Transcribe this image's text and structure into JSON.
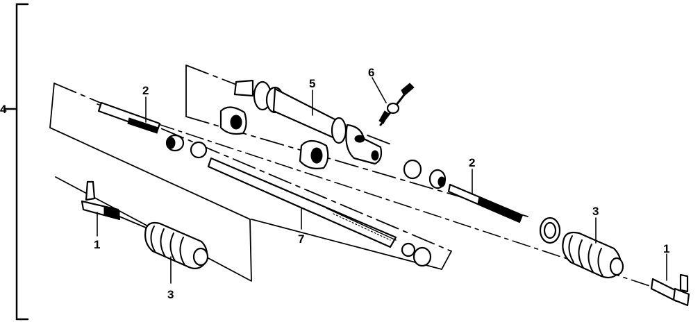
{
  "diagram": {
    "callouts": {
      "c1_left": "1",
      "c1_right": "1",
      "c2_left": "2",
      "c2_right": "2",
      "c3_left": "3",
      "c3_right": "3",
      "c4": "4",
      "c5": "5",
      "c6": "6",
      "c7": "7"
    },
    "parts": [
      {
        "number": "1",
        "component": "tie-rod-end"
      },
      {
        "number": "2",
        "component": "inner-tie-rod"
      },
      {
        "number": "3",
        "component": "boot"
      },
      {
        "number": "4",
        "component": "rack-and-pinion-assembly"
      },
      {
        "number": "5",
        "component": "housing"
      },
      {
        "number": "6",
        "component": "fitting"
      },
      {
        "number": "7",
        "component": "rack"
      }
    ],
    "colors": {
      "ink": "#000000",
      "paper": "#ffffff"
    }
  }
}
